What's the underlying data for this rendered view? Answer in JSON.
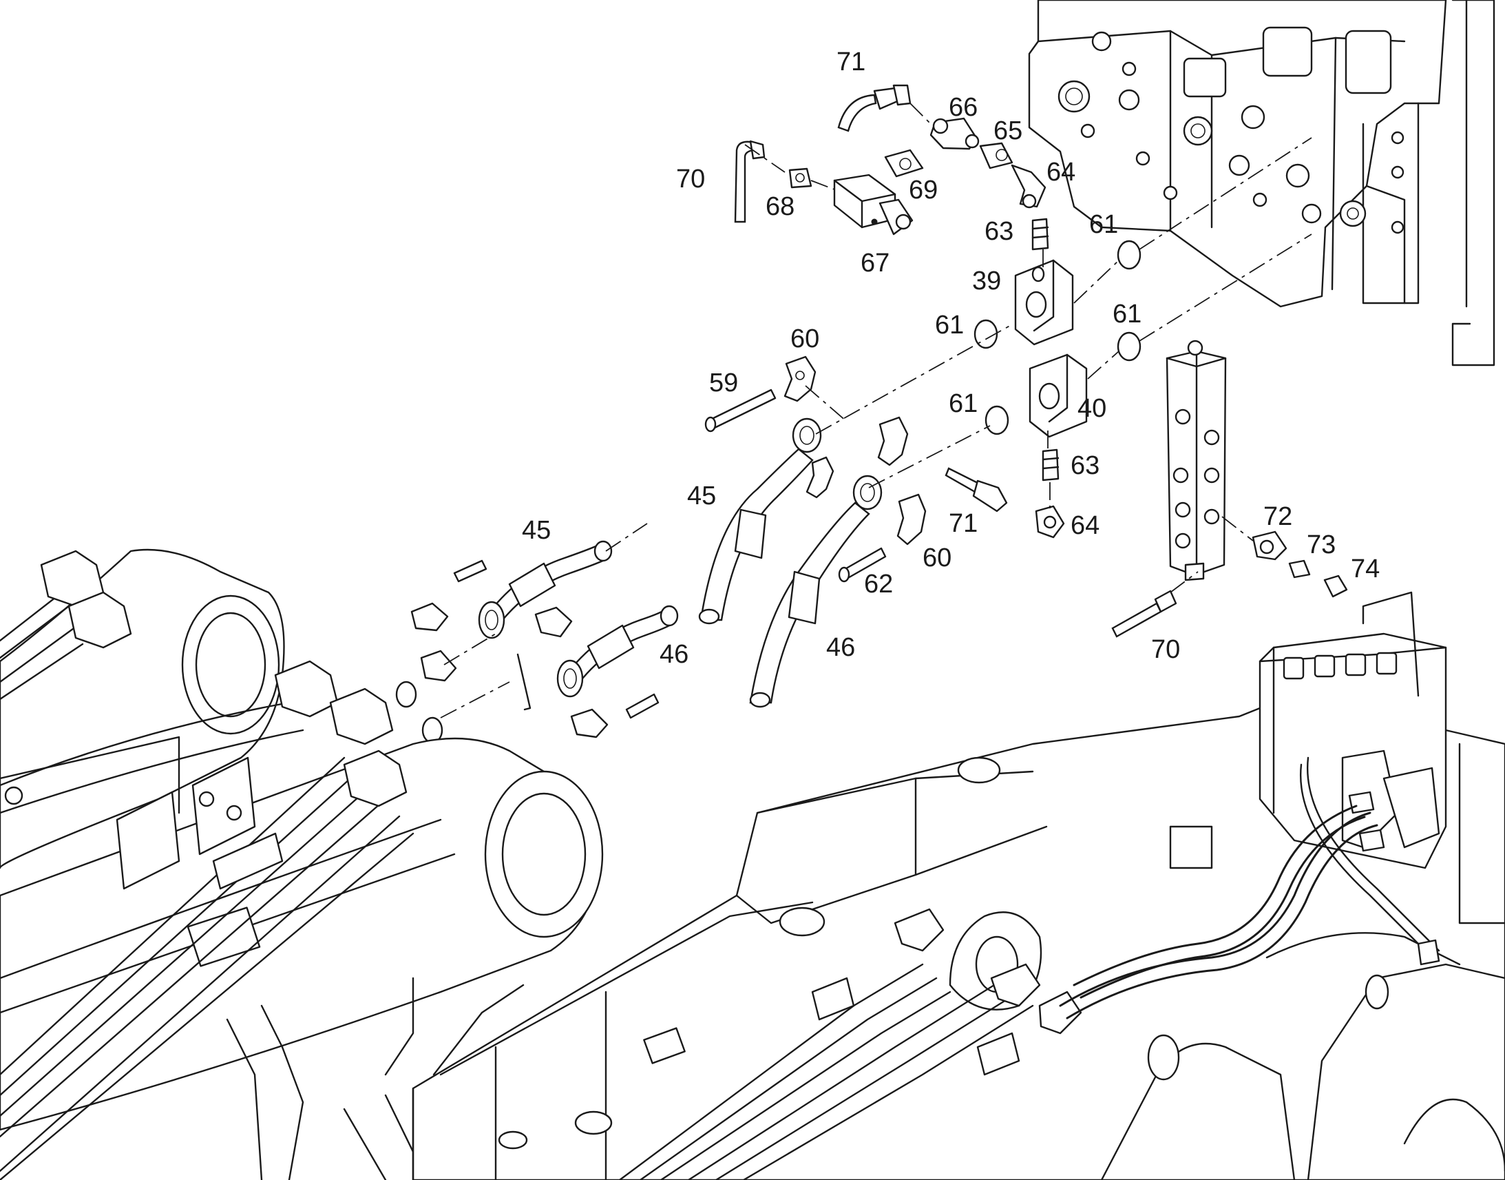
{
  "callouts": [
    {
      "id": "c71a",
      "text": "71"
    },
    {
      "id": "c66",
      "text": "66"
    },
    {
      "id": "c65",
      "text": "65"
    },
    {
      "id": "c70a",
      "text": "70"
    },
    {
      "id": "c64a",
      "text": "64"
    },
    {
      "id": "c69",
      "text": "69"
    },
    {
      "id": "c68",
      "text": "68"
    },
    {
      "id": "c63a",
      "text": "63"
    },
    {
      "id": "c61a",
      "text": "61"
    },
    {
      "id": "c67",
      "text": "67"
    },
    {
      "id": "c39",
      "text": "39"
    },
    {
      "id": "c60a",
      "text": "60"
    },
    {
      "id": "c61b",
      "text": "61"
    },
    {
      "id": "c61c",
      "text": "61"
    },
    {
      "id": "c59",
      "text": "59"
    },
    {
      "id": "c61d",
      "text": "61"
    },
    {
      "id": "c40",
      "text": "40"
    },
    {
      "id": "c63b",
      "text": "63"
    },
    {
      "id": "c45a",
      "text": "45"
    },
    {
      "id": "c72",
      "text": "72"
    },
    {
      "id": "c71b",
      "text": "71"
    },
    {
      "id": "c64b",
      "text": "64"
    },
    {
      "id": "c45b",
      "text": "45"
    },
    {
      "id": "c73",
      "text": "73"
    },
    {
      "id": "c74",
      "text": "74"
    },
    {
      "id": "c60b",
      "text": "60"
    },
    {
      "id": "c62",
      "text": "62"
    },
    {
      "id": "c46a",
      "text": "46"
    },
    {
      "id": "c70b",
      "text": "70"
    },
    {
      "id": "c46b",
      "text": "46"
    }
  ],
  "colors": {
    "line": "#1a1a1a",
    "background": "#ffffff"
  }
}
